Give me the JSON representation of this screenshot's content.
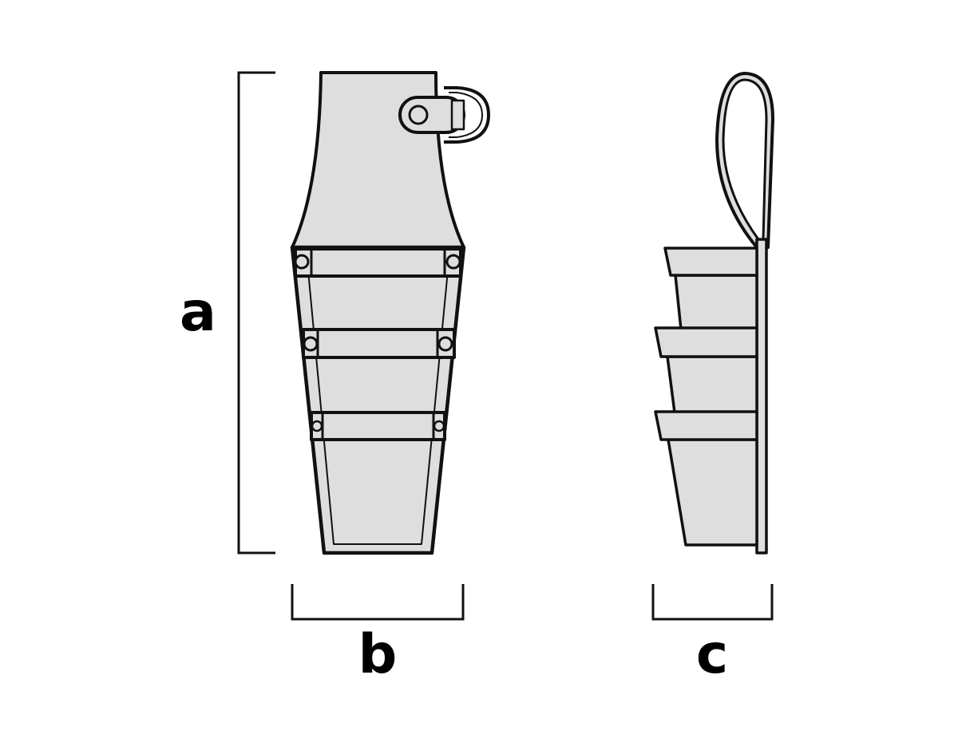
{
  "dimensions": {
    "height_label": "a",
    "width_label": "b",
    "depth_label": "c"
  },
  "colors": {
    "fill": "#dedede",
    "stroke": "#111111",
    "background": "#ffffff"
  }
}
